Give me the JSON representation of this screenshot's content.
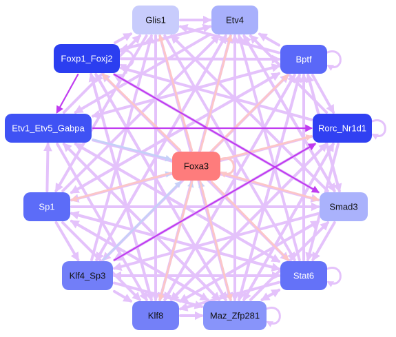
{
  "colors": {
    "background": "#ffffff",
    "edge_light": "#e4c2fb",
    "edge_peach": "#fcc6c8",
    "edge_blue": "#c6d0f8",
    "edge_dark": "#c03cf0",
    "hub_fill": "#fe7c7c"
  },
  "nodes": [
    {
      "id": "glis1",
      "label": "Glis1",
      "fill": "#c8ccfc",
      "text": "#111111"
    },
    {
      "id": "etv4",
      "label": "Etv4",
      "fill": "#a8b0fc",
      "text": "#111111"
    },
    {
      "id": "foxp1_foxj2",
      "label": "Foxp1_Foxj2",
      "fill": "#2b3ef0",
      "text": "#ffffff"
    },
    {
      "id": "bptf",
      "label": "Bptf",
      "fill": "#5a68f8",
      "text": "#ffffff"
    },
    {
      "id": "etv1_etv5_gabpa",
      "label": "Etv1_Etv5_Gabpa",
      "fill": "#3f52f4",
      "text": "#ffffff"
    },
    {
      "id": "rorc_nr1d1",
      "label": "Rorc_Nr1d1",
      "fill": "#3040f2",
      "text": "#ffffff"
    },
    {
      "id": "foxa3",
      "label": "Foxa3",
      "fill": "#fe7c7c",
      "text": "#111111"
    },
    {
      "id": "sp1",
      "label": "Sp1",
      "fill": "#5c6cf8",
      "text": "#ffffff"
    },
    {
      "id": "smad3",
      "label": "Smad3",
      "fill": "#aab2fc",
      "text": "#111111"
    },
    {
      "id": "klf4_sp3",
      "label": "Klf4_Sp3",
      "fill": "#727ef8",
      "text": "#111111"
    },
    {
      "id": "stat6",
      "label": "Stat6",
      "fill": "#6472f8",
      "text": "#ffffff"
    },
    {
      "id": "klf8",
      "label": "Klf8",
      "fill": "#7480f8",
      "text": "#111111"
    },
    {
      "id": "maz_zfp281",
      "label": "Maz_Zfp281",
      "fill": "#8894fa",
      "text": "#111111"
    }
  ],
  "edges": [
    {
      "from": "foxp1_foxj2",
      "to": "etv1_etv5_gabpa",
      "style": "dark"
    },
    {
      "from": "klf4_sp3",
      "to": "rorc_nr1d1",
      "style": "dark"
    },
    {
      "from": "etv1_etv5_gabpa",
      "to": "rorc_nr1d1",
      "style": "dark"
    },
    {
      "from": "foxp1_foxj2",
      "to": "smad3",
      "style": "dark"
    },
    {
      "from": "foxa3",
      "to": "glis1",
      "style": "peach"
    },
    {
      "from": "foxa3",
      "to": "etv4",
      "style": "peach"
    },
    {
      "from": "foxa3",
      "to": "bptf",
      "style": "peach"
    },
    {
      "from": "foxa3",
      "to": "foxp1_foxj2",
      "style": "peach"
    },
    {
      "from": "foxa3",
      "to": "rorc_nr1d1",
      "style": "peach"
    },
    {
      "from": "foxa3",
      "to": "smad3",
      "style": "peach"
    },
    {
      "from": "foxa3",
      "to": "stat6",
      "style": "peach"
    },
    {
      "from": "foxa3",
      "to": "sp1",
      "style": "peach"
    },
    {
      "from": "foxa3",
      "to": "klf8",
      "style": "peach"
    },
    {
      "from": "foxa3",
      "to": "maz_zfp281",
      "style": "peach"
    },
    {
      "from": "etv1_etv5_gabpa",
      "to": "foxa3",
      "style": "blue"
    },
    {
      "from": "sp1",
      "to": "foxa3",
      "style": "blue"
    },
    {
      "from": "klf4_sp3",
      "to": "foxa3",
      "style": "blue"
    },
    {
      "from": "maz_zfp281",
      "to": "foxa3",
      "style": "blue"
    },
    {
      "from": "klf8",
      "to": "foxa3",
      "style": "blue"
    },
    {
      "from": "glis1",
      "to": "etv4",
      "style": "light"
    },
    {
      "from": "glis1",
      "to": "klf8",
      "style": "light"
    },
    {
      "from": "glis1",
      "to": "maz_zfp281",
      "style": "light"
    },
    {
      "from": "glis1",
      "to": "stat6",
      "style": "light"
    },
    {
      "from": "glis1",
      "to": "sp1",
      "style": "light"
    },
    {
      "from": "etv4",
      "to": "klf4_sp3",
      "style": "light"
    },
    {
      "from": "etv4",
      "to": "maz_zfp281",
      "style": "light"
    },
    {
      "from": "etv4",
      "to": "klf8",
      "style": "light"
    },
    {
      "from": "etv4",
      "to": "etv1_etv5_gabpa",
      "style": "light"
    },
    {
      "from": "etv4",
      "to": "smad3",
      "style": "light"
    },
    {
      "from": "etv4",
      "to": "foxp1_foxj2",
      "style": "light"
    },
    {
      "from": "foxp1_foxj2",
      "to": "bptf",
      "style": "light"
    },
    {
      "from": "foxp1_foxj2",
      "to": "stat6",
      "style": "light"
    },
    {
      "from": "foxp1_foxj2",
      "to": "maz_zfp281",
      "style": "light"
    },
    {
      "from": "foxp1_foxj2",
      "to": "klf8",
      "style": "light"
    },
    {
      "from": "foxp1_foxj2",
      "to": "etv4",
      "style": "light"
    },
    {
      "from": "foxp1_foxj2",
      "to": "glis1",
      "style": "light"
    },
    {
      "from": "bptf",
      "to": "etv4",
      "style": "light"
    },
    {
      "from": "bptf",
      "to": "klf8",
      "style": "light"
    },
    {
      "from": "bptf",
      "to": "klf4_sp3",
      "style": "light"
    },
    {
      "from": "bptf",
      "to": "sp1",
      "style": "light"
    },
    {
      "from": "bptf",
      "to": "smad3",
      "style": "light"
    },
    {
      "from": "bptf",
      "to": "etv1_etv5_gabpa",
      "style": "light"
    },
    {
      "from": "bptf",
      "to": "rorc_nr1d1",
      "style": "light"
    },
    {
      "from": "bptf",
      "to": "maz_zfp281",
      "style": "light"
    },
    {
      "from": "bptf",
      "to": "glis1",
      "style": "light"
    },
    {
      "from": "etv1_etv5_gabpa",
      "to": "stat6",
      "style": "light"
    },
    {
      "from": "etv1_etv5_gabpa",
      "to": "smad3",
      "style": "light"
    },
    {
      "from": "etv1_etv5_gabpa",
      "to": "klf8",
      "style": "light"
    },
    {
      "from": "etv1_etv5_gabpa",
      "to": "bptf",
      "style": "light"
    },
    {
      "from": "etv1_etv5_gabpa",
      "to": "maz_zfp281",
      "style": "light"
    },
    {
      "from": "etv1_etv5_gabpa",
      "to": "glis1",
      "style": "light"
    },
    {
      "from": "rorc_nr1d1",
      "to": "klf4_sp3",
      "style": "light"
    },
    {
      "from": "rorc_nr1d1",
      "to": "sp1",
      "style": "light"
    },
    {
      "from": "rorc_nr1d1",
      "to": "klf8",
      "style": "light"
    },
    {
      "from": "rorc_nr1d1",
      "to": "etv4",
      "style": "light"
    },
    {
      "from": "rorc_nr1d1",
      "to": "foxp1_foxj2",
      "style": "light"
    },
    {
      "from": "rorc_nr1d1",
      "to": "maz_zfp281",
      "style": "light"
    },
    {
      "from": "rorc_nr1d1",
      "to": "stat6",
      "style": "light"
    },
    {
      "from": "sp1",
      "to": "bptf",
      "style": "light"
    },
    {
      "from": "sp1",
      "to": "etv4",
      "style": "light"
    },
    {
      "from": "sp1",
      "to": "smad3",
      "style": "light"
    },
    {
      "from": "sp1",
      "to": "stat6",
      "style": "light"
    },
    {
      "from": "sp1",
      "to": "klf8",
      "style": "light"
    },
    {
      "from": "sp1",
      "to": "maz_zfp281",
      "style": "light"
    },
    {
      "from": "sp1",
      "to": "etv1_etv5_gabpa",
      "style": "light"
    },
    {
      "from": "sp1",
      "to": "klf4_sp3",
      "style": "light"
    },
    {
      "from": "smad3",
      "to": "klf4_sp3",
      "style": "light"
    },
    {
      "from": "smad3",
      "to": "klf8",
      "style": "light"
    },
    {
      "from": "smad3",
      "to": "foxp1_foxj2",
      "style": "light"
    },
    {
      "from": "smad3",
      "to": "etv4",
      "style": "light"
    },
    {
      "from": "smad3",
      "to": "stat6",
      "style": "light"
    },
    {
      "from": "smad3",
      "to": "glis1",
      "style": "light"
    },
    {
      "from": "smad3",
      "to": "bptf",
      "style": "light"
    },
    {
      "from": "klf4_sp3",
      "to": "bptf",
      "style": "light"
    },
    {
      "from": "klf4_sp3",
      "to": "stat6",
      "style": "light"
    },
    {
      "from": "klf4_sp3",
      "to": "maz_zfp281",
      "style": "light"
    },
    {
      "from": "klf4_sp3",
      "to": "klf8",
      "style": "light"
    },
    {
      "from": "klf4_sp3",
      "to": "glis1",
      "style": "light"
    },
    {
      "from": "klf4_sp3",
      "to": "etv4",
      "style": "light"
    },
    {
      "from": "stat6",
      "to": "bptf",
      "style": "light"
    },
    {
      "from": "stat6",
      "to": "etv4",
      "style": "light"
    },
    {
      "from": "stat6",
      "to": "foxp1_foxj2",
      "style": "light"
    },
    {
      "from": "stat6",
      "to": "etv1_etv5_gabpa",
      "style": "light"
    },
    {
      "from": "stat6",
      "to": "sp1",
      "style": "light"
    },
    {
      "from": "stat6",
      "to": "maz_zfp281",
      "style": "light"
    },
    {
      "from": "stat6",
      "to": "klf8",
      "style": "light"
    },
    {
      "from": "stat6",
      "to": "klf4_sp3",
      "style": "light"
    },
    {
      "from": "klf8",
      "to": "bptf",
      "style": "light"
    },
    {
      "from": "klf8",
      "to": "rorc_nr1d1",
      "style": "light"
    },
    {
      "from": "klf8",
      "to": "etv4",
      "style": "light"
    },
    {
      "from": "klf8",
      "to": "smad3",
      "style": "light"
    },
    {
      "from": "klf8",
      "to": "foxp1_foxj2",
      "style": "light"
    },
    {
      "from": "klf8",
      "to": "maz_zfp281",
      "style": "light"
    },
    {
      "from": "maz_zfp281",
      "to": "bptf",
      "style": "light"
    },
    {
      "from": "maz_zfp281",
      "to": "etv4",
      "style": "light"
    },
    {
      "from": "maz_zfp281",
      "to": "rorc_nr1d1",
      "style": "light"
    },
    {
      "from": "maz_zfp281",
      "to": "sp1",
      "style": "light"
    },
    {
      "from": "maz_zfp281",
      "to": "smad3",
      "style": "light"
    },
    {
      "from": "maz_zfp281",
      "to": "foxp1_foxj2",
      "style": "light"
    },
    {
      "from": "maz_zfp281",
      "to": "etv1_etv5_gabpa",
      "style": "light"
    },
    {
      "from": "maz_zfp281",
      "to": "stat6",
      "style": "light"
    }
  ],
  "self_loops": [
    "bptf",
    "rorc_nr1d1",
    "stat6",
    "maz_zfp281",
    "foxp1_foxj2",
    "foxa3"
  ]
}
